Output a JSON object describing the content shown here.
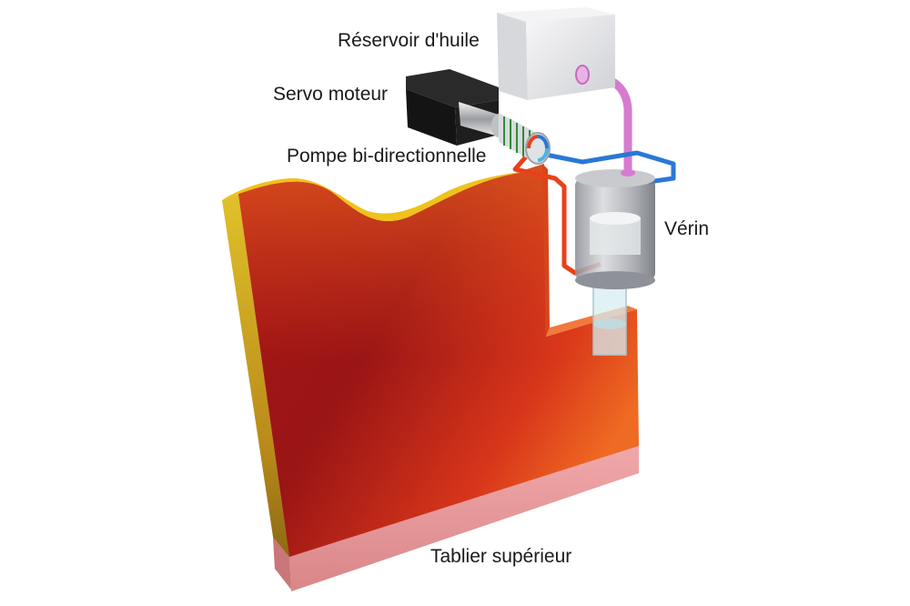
{
  "labels": {
    "reservoir": "Réservoir d'huile",
    "servo": "Servo moteur",
    "pompe": "Pompe bi-directionnelle",
    "verin": "Vérin",
    "tablier": "Tablier supérieur"
  },
  "colors": {
    "background": "#ffffff",
    "tablier_front_light": "#e8541f",
    "tablier_front_dark": "#8e1414",
    "tablier_top_edge": "#f3c21a",
    "tablier_base": "#e8a0a2",
    "reservoir_box": "#e9e9ec",
    "servo_body": "#1b1b1b",
    "pipe_pink": "#d67bd0",
    "pipe_blue": "#2a78d6",
    "pipe_red": "#e8411c",
    "verin_glass": "#9fa3aa"
  },
  "icons": {
    "reservoir": "oil-reservoir-box",
    "servo": "servo-motor",
    "pompe": "bidirectional-pump",
    "verin": "hydraulic-cylinder",
    "tablier": "upper-apron-plate"
  }
}
